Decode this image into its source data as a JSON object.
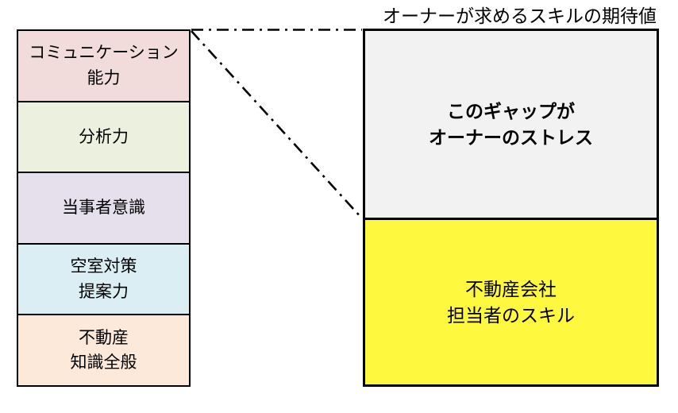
{
  "diagram": {
    "left_column": {
      "items": [
        {
          "line1": "コミュニケーション",
          "line2": "能力",
          "color": "#F2DCDB"
        },
        {
          "line1": "分析力",
          "line2": "",
          "color": "#EBF1DE"
        },
        {
          "line1": "当事者意識",
          "line2": "",
          "color": "#E5E0EC"
        },
        {
          "line1": "空室対策",
          "line2": "提案力",
          "color": "#DAEEF3"
        },
        {
          "line1": "不動産",
          "line2": "知識全般",
          "color": "#FDE9D9"
        }
      ]
    },
    "right_panel": {
      "title": "オーナーが求めるスキルの期待値",
      "gap_box": {
        "line1": "このギャップが",
        "line2": "オーナーのストレス",
        "color": "#F2F2F2"
      },
      "skill_box": {
        "line1": "不動産会社",
        "line2": "担当者のスキル",
        "color": "#FEF83E"
      }
    },
    "connectors": {
      "style": "dash-dot",
      "color": "#000000"
    }
  }
}
